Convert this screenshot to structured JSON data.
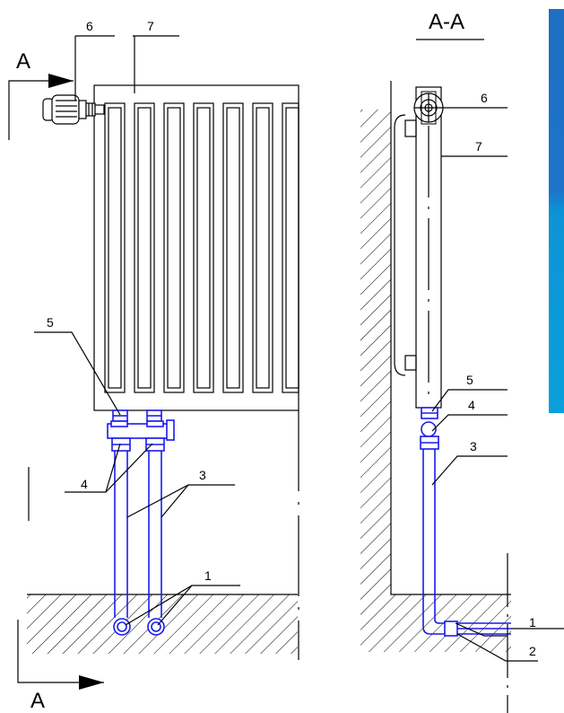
{
  "front_view": {
    "section_mark_top": "A",
    "section_mark_bottom": "A",
    "callouts": [
      "6",
      "7",
      "5",
      "4",
      "3",
      "1"
    ]
  },
  "section_view": {
    "title": "A-A",
    "callouts": [
      "6",
      "7",
      "5",
      "4",
      "3",
      "1",
      "2"
    ]
  },
  "colors": {
    "pipe": "#1a1aee",
    "line": "#000000",
    "side_bar_top": "#1e73c8",
    "side_bar_bottom": "#0aa0dc"
  }
}
